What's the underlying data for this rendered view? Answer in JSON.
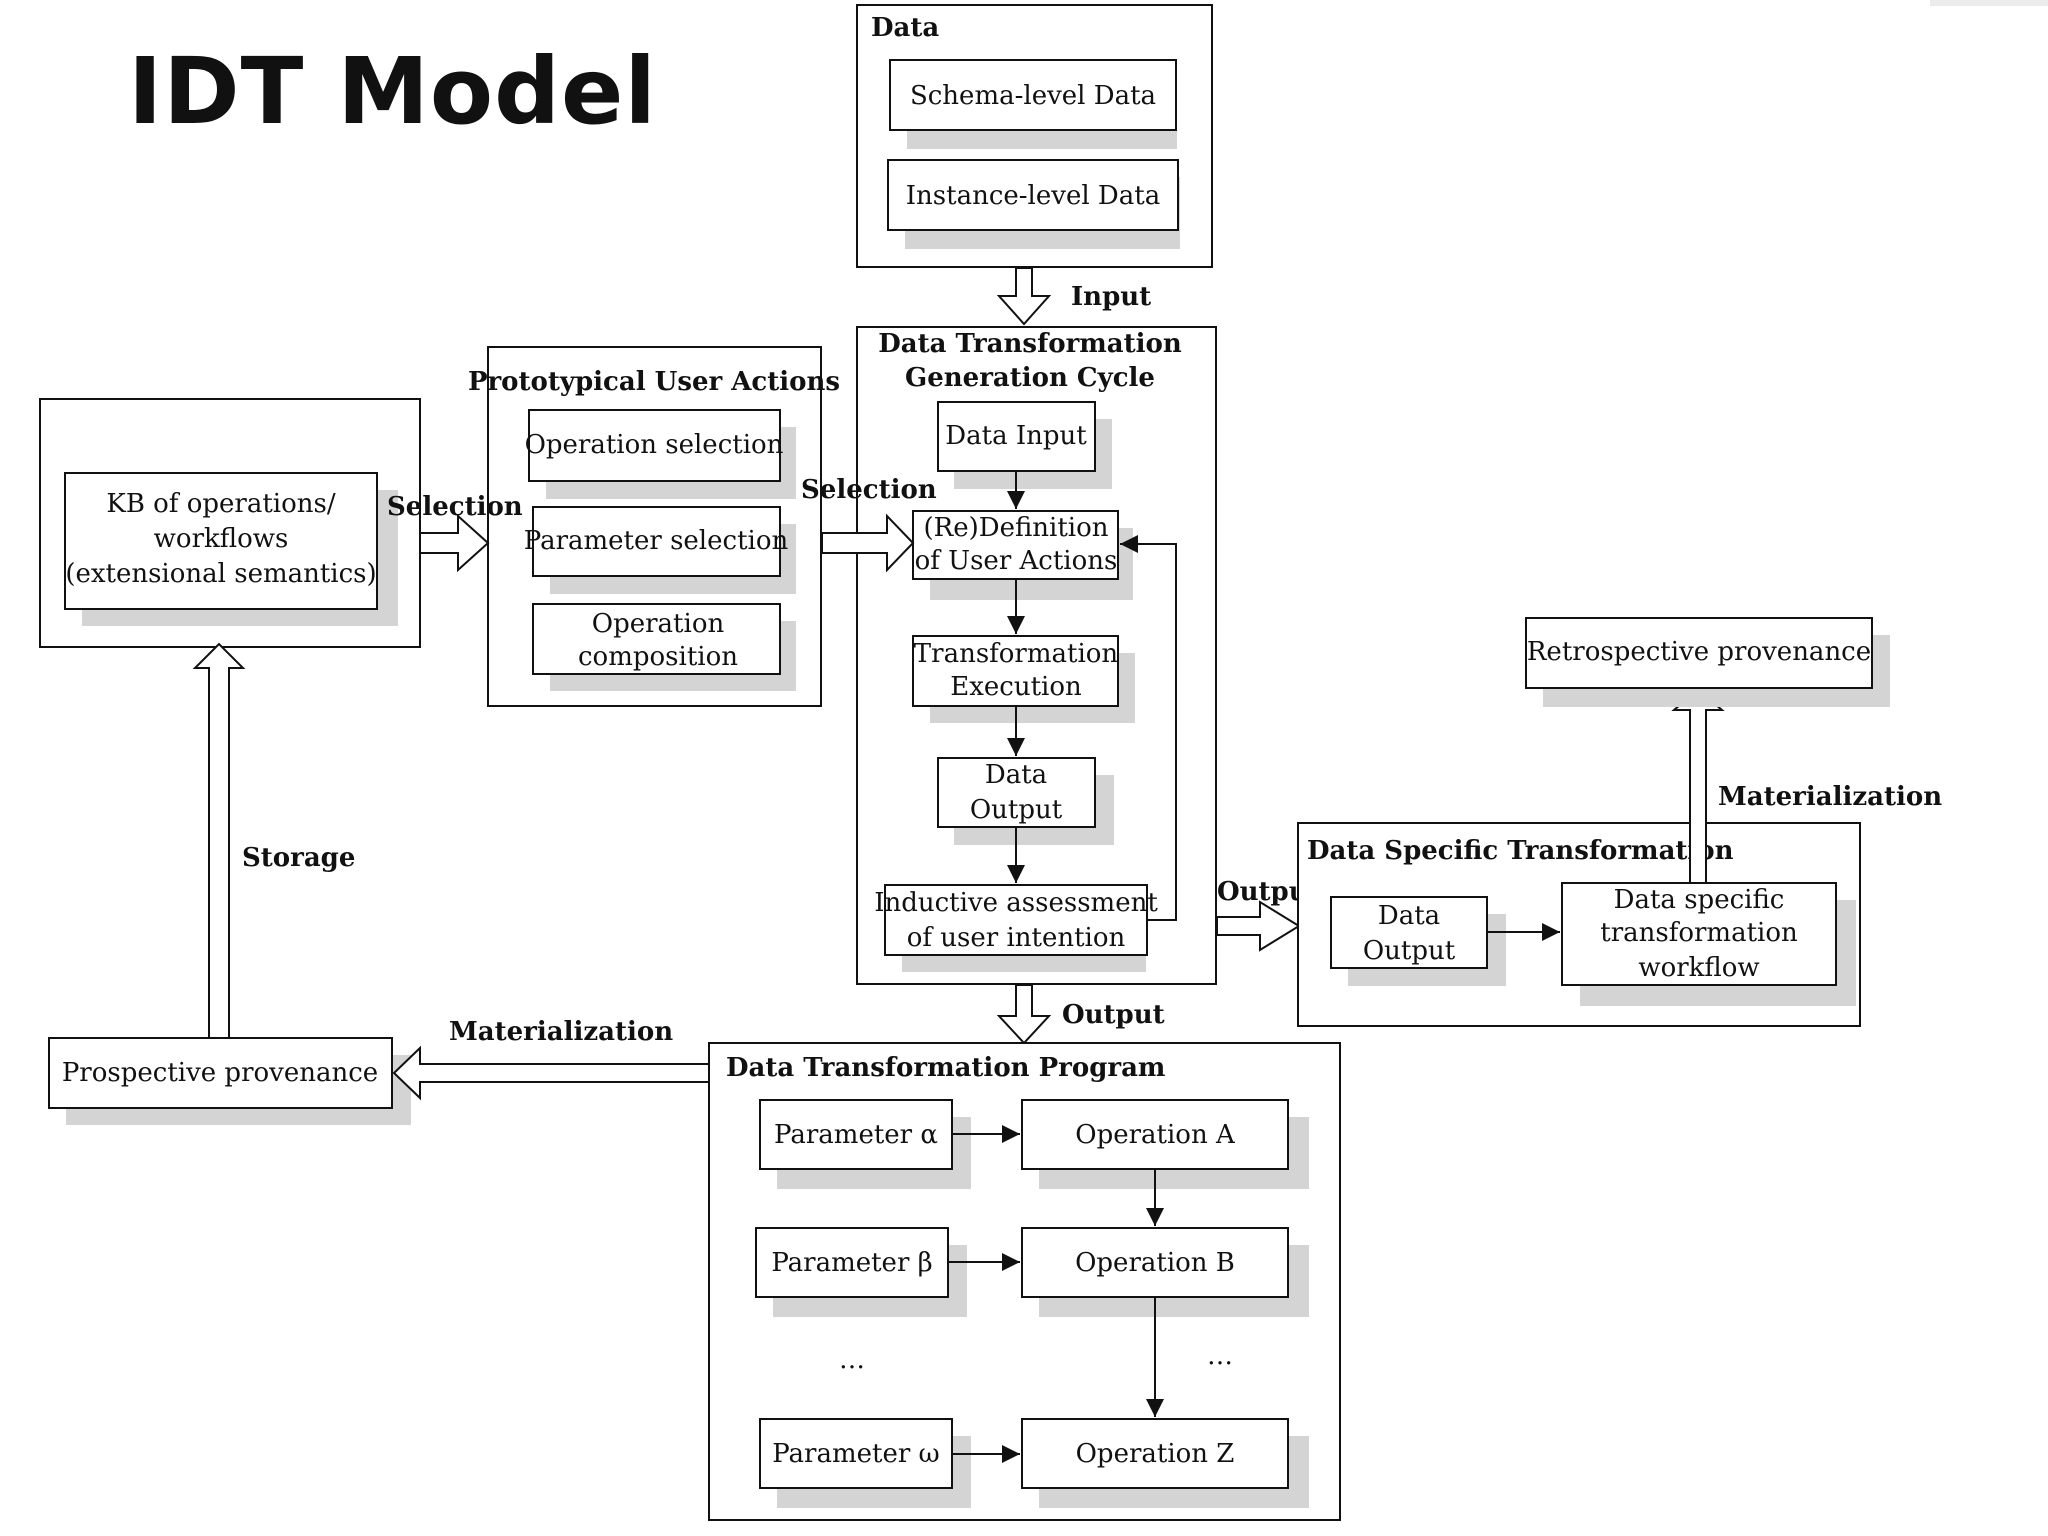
{
  "slide": {
    "title": "IDT Model"
  },
  "diagram": {
    "data_group": {
      "title": "Data",
      "schema": "Schema-level Data",
      "instance": "Instance-level Data"
    },
    "input_label": "Input",
    "cycle": {
      "title_line1": "Data Transformation",
      "title_line2": "Generation Cycle",
      "data_input": "Data Input",
      "redef_line1": "(Re)Definition",
      "redef_line2": "of User Actions",
      "exec_line1": "Transformation",
      "exec_line2": "Execution",
      "output_line1": "Data",
      "output_line2": "Output",
      "assess_line1": "Inductive assessment",
      "assess_line2": "of user intention"
    },
    "prototypical": {
      "title": "Prototypical User Actions",
      "op_select": "Operation selection",
      "param_select": "Parameter selection",
      "comp_line1": "Operation",
      "comp_line2": "composition"
    },
    "kb": {
      "line1": "KB of operations/",
      "line2": "workflows",
      "line3": "(extensional semantics)"
    },
    "selection_left": "Selection",
    "selection_right": "Selection",
    "storage_label": "Storage",
    "output_right": "Output",
    "output_down": "Output",
    "materialization_left": "Materialization",
    "materialization_right": "Materialization",
    "prospective": "Prospective provenance",
    "retrospective": "Retrospective provenance",
    "specific": {
      "title": "Data Specific Transformation",
      "out_line1": "Data",
      "out_line2": "Output",
      "wf_line1": "Data specific",
      "wf_line2": "transformation",
      "wf_line3": "workflow"
    },
    "program": {
      "title": "Data Transformation Program",
      "param_a": "Parameter α",
      "param_b": "Parameter β",
      "param_w": "Parameter ω",
      "op_a": "Operation A",
      "op_b": "Operation B",
      "op_z": "Operation Z",
      "ellipsis_left": "…",
      "ellipsis_right": "…"
    }
  }
}
